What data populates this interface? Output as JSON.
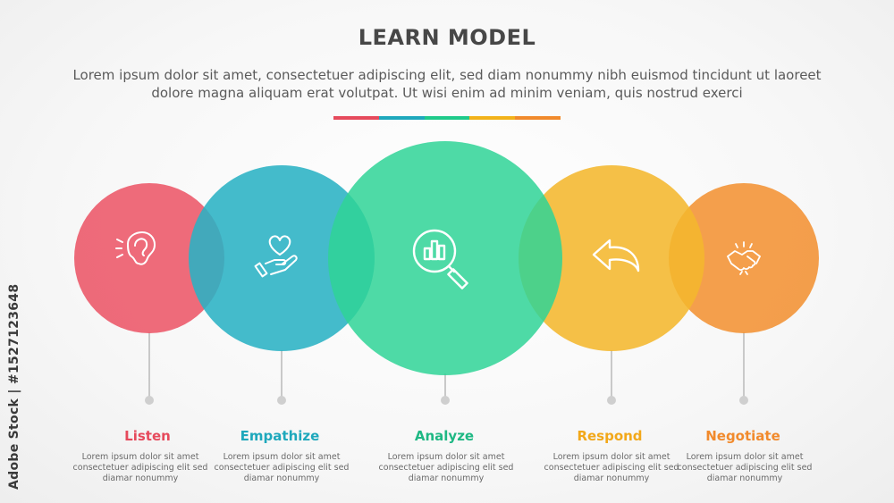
{
  "header": {
    "title": "LEARN MODEL",
    "description": "Lorem ipsum dolor sit amet, consectetuer adipiscing elit, sed diam nonummy nibh euismod tincidunt ut laoreet dolore magna aliquam erat volutpat. Ut wisi enim ad minim veniam, quis nostrud exerci"
  },
  "accent_colors": [
    "#e64a5c",
    "#1ea8bc",
    "#1fca8a",
    "#f2b21a",
    "#f18a2c"
  ],
  "steps": [
    {
      "label": "Listen",
      "color": "#ec5768",
      "icon": "ear-icon",
      "description": "Lorem ipsum dolor sit amet consectetuer adipiscing elit sed diamar nonummy"
    },
    {
      "label": "Empathize",
      "color": "#2ab2c4",
      "icon": "heart-in-hand-icon",
      "description": "Lorem ipsum dolor sit amet consectetuer adipiscing elit sed diamar nonummy"
    },
    {
      "label": "Analyze",
      "color": "#2fd497",
      "icon": "magnifier-chart-icon",
      "description": "Lorem ipsum dolor sit amet consectetuer adipiscing elit sed diamar nonummy"
    },
    {
      "label": "Respond",
      "color": "#f4b72d",
      "icon": "reply-arrow-icon",
      "description": "Lorem ipsum dolor sit amet consectetuer adipiscing elit sed diamar nonummy"
    },
    {
      "label": "Negotiate",
      "color": "#f39233",
      "icon": "handshake-icon",
      "description": "Lorem ipsum dolor sit amet consectetuer adipiscing elit sed diamar nonummy"
    }
  ],
  "label_colors": [
    "#e64a5c",
    "#1ea8bc",
    "#1fb884",
    "#f2a81a",
    "#f18a2c"
  ],
  "watermark": "Adobe Stock | #1527123648"
}
